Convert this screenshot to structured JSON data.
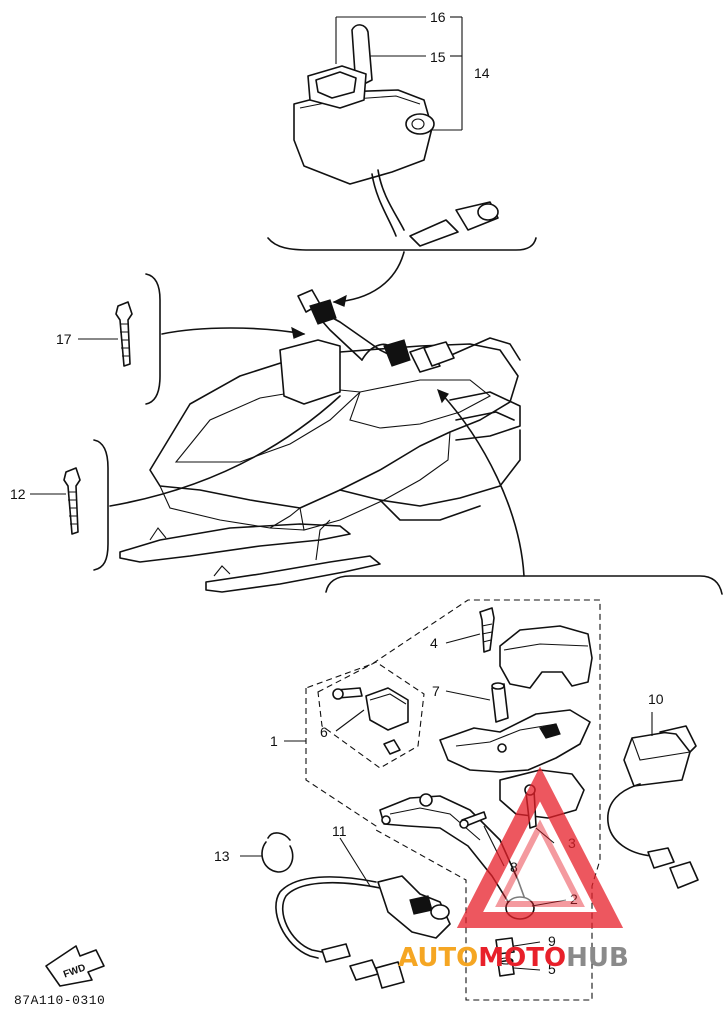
{
  "callouts": [
    {
      "id": "c1",
      "label": "1"
    },
    {
      "id": "c2",
      "label": "2"
    },
    {
      "id": "c3",
      "label": "3"
    },
    {
      "id": "c4",
      "label": "4"
    },
    {
      "id": "c5",
      "label": "5"
    },
    {
      "id": "c6",
      "label": "6"
    },
    {
      "id": "c7",
      "label": "7"
    },
    {
      "id": "c8",
      "label": "8"
    },
    {
      "id": "c9",
      "label": "9"
    },
    {
      "id": "c10",
      "label": "10"
    },
    {
      "id": "c11",
      "label": "11"
    },
    {
      "id": "c12",
      "label": "12"
    },
    {
      "id": "c13",
      "label": "13"
    },
    {
      "id": "c14",
      "label": "14"
    },
    {
      "id": "c15",
      "label": "15"
    },
    {
      "id": "c16",
      "label": "16"
    },
    {
      "id": "c17",
      "label": "17"
    }
  ],
  "diagram_code": "87A110-0310",
  "fwd_label": "FWD",
  "watermark": {
    "part1": "AUTO",
    "part2": "MOTO",
    "part3": "HUB",
    "color_orange": "#f5a623",
    "color_red": "#e8202a",
    "color_gray": "#8a8a8a"
  }
}
